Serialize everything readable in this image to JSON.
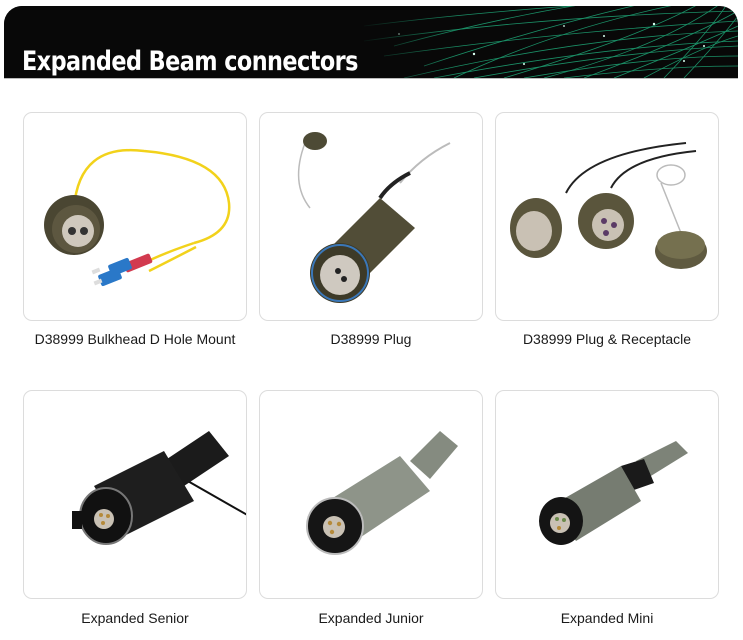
{
  "banner": {
    "title": "Expanded Beam connectors",
    "background_color": "#080808",
    "fiber_color": "#1fa878"
  },
  "products": [
    {
      "name": "D38999 Bulkhead D Hole Mount",
      "image": "bulkhead-connector-with-lc-duplex-pigtail"
    },
    {
      "name": "D38999 Plug",
      "image": "olive-plug-with-dust-cap"
    },
    {
      "name": "D38999 Plug & Receptacle",
      "image": "plug-receptacle-pair-with-cap"
    },
    {
      "name": "Expanded Senior",
      "image": "black-senior-connector"
    },
    {
      "name": "Expanded Junior",
      "image": "grey-junior-connector"
    },
    {
      "name": "Expanded Mini",
      "image": "grey-mini-connector"
    }
  ]
}
